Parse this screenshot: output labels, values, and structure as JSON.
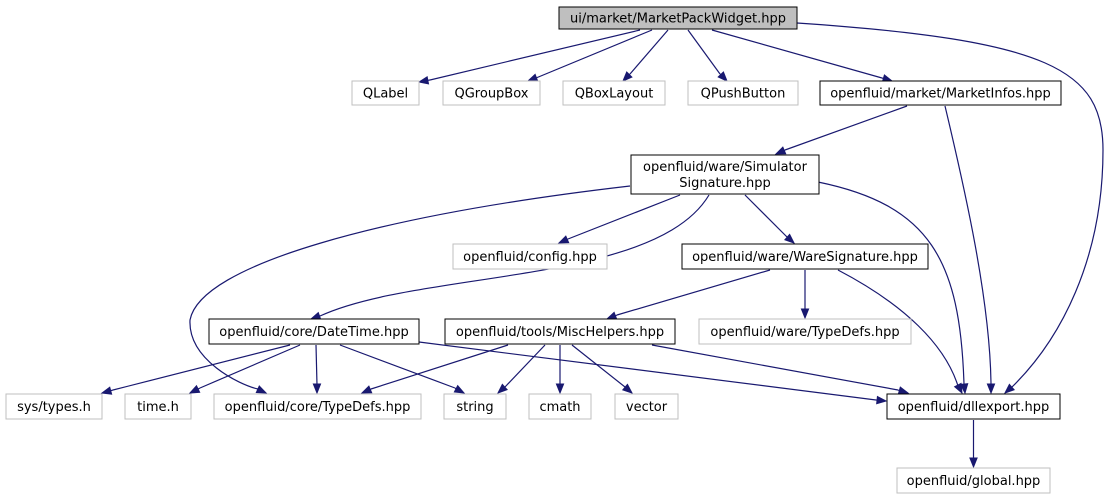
{
  "colors": {
    "edge": "#191970",
    "root_fill": "#bfbfbf",
    "border_documented": "#000000",
    "border_external": "#bfbfbf",
    "node_fill": "#ffffff"
  },
  "nodes": {
    "root": {
      "label": "ui/market/MarketPackWidget.hpp",
      "kind": "root"
    },
    "qlabel": {
      "label": "QLabel",
      "kind": "external"
    },
    "qgroupbox": {
      "label": "QGroupBox",
      "kind": "external"
    },
    "qboxlayout": {
      "label": "QBoxLayout",
      "kind": "external"
    },
    "qpushbutton": {
      "label": "QPushButton",
      "kind": "external"
    },
    "marketinfos": {
      "label": "openfluid/market/MarketInfos.hpp",
      "kind": "documented"
    },
    "simsig": {
      "label_lines": [
        "openfluid/ware/Simulator",
        "Signature.hpp"
      ],
      "kind": "documented"
    },
    "config": {
      "label": "openfluid/config.hpp",
      "kind": "external"
    },
    "waresig": {
      "label": "openfluid/ware/WareSignature.hpp",
      "kind": "documented"
    },
    "datetime": {
      "label": "openfluid/core/DateTime.hpp",
      "kind": "documented"
    },
    "mischelpers": {
      "label": "openfluid/tools/MiscHelpers.hpp",
      "kind": "documented"
    },
    "waretypedefs": {
      "label": "openfluid/ware/TypeDefs.hpp",
      "kind": "external"
    },
    "systypes": {
      "label": "sys/types.h",
      "kind": "external"
    },
    "timeh": {
      "label": "time.h",
      "kind": "external"
    },
    "coretypedefs": {
      "label": "openfluid/core/TypeDefs.hpp",
      "kind": "external"
    },
    "string": {
      "label": "string",
      "kind": "external"
    },
    "cmath": {
      "label": "cmath",
      "kind": "external"
    },
    "vector": {
      "label": "vector",
      "kind": "external"
    },
    "dllexport": {
      "label": "openfluid/dllexport.hpp",
      "kind": "documented"
    },
    "global": {
      "label": "openfluid/global.hpp",
      "kind": "external"
    }
  },
  "edges": [
    {
      "from": "root",
      "to": "qlabel"
    },
    {
      "from": "root",
      "to": "qgroupbox"
    },
    {
      "from": "root",
      "to": "qboxlayout"
    },
    {
      "from": "root",
      "to": "qpushbutton"
    },
    {
      "from": "root",
      "to": "marketinfos"
    },
    {
      "from": "root",
      "to": "dllexport"
    },
    {
      "from": "marketinfos",
      "to": "simsig"
    },
    {
      "from": "marketinfos",
      "to": "dllexport"
    },
    {
      "from": "simsig",
      "to": "config"
    },
    {
      "from": "simsig",
      "to": "waresig"
    },
    {
      "from": "simsig",
      "to": "datetime"
    },
    {
      "from": "simsig",
      "to": "coretypedefs"
    },
    {
      "from": "simsig",
      "to": "dllexport"
    },
    {
      "from": "waresig",
      "to": "mischelpers"
    },
    {
      "from": "waresig",
      "to": "waretypedefs"
    },
    {
      "from": "waresig",
      "to": "dllexport"
    },
    {
      "from": "datetime",
      "to": "systypes"
    },
    {
      "from": "datetime",
      "to": "timeh"
    },
    {
      "from": "datetime",
      "to": "coretypedefs"
    },
    {
      "from": "datetime",
      "to": "string"
    },
    {
      "from": "datetime",
      "to": "dllexport"
    },
    {
      "from": "mischelpers",
      "to": "coretypedefs"
    },
    {
      "from": "mischelpers",
      "to": "string"
    },
    {
      "from": "mischelpers",
      "to": "cmath"
    },
    {
      "from": "mischelpers",
      "to": "vector"
    },
    {
      "from": "mischelpers",
      "to": "dllexport"
    },
    {
      "from": "dllexport",
      "to": "global"
    }
  ]
}
